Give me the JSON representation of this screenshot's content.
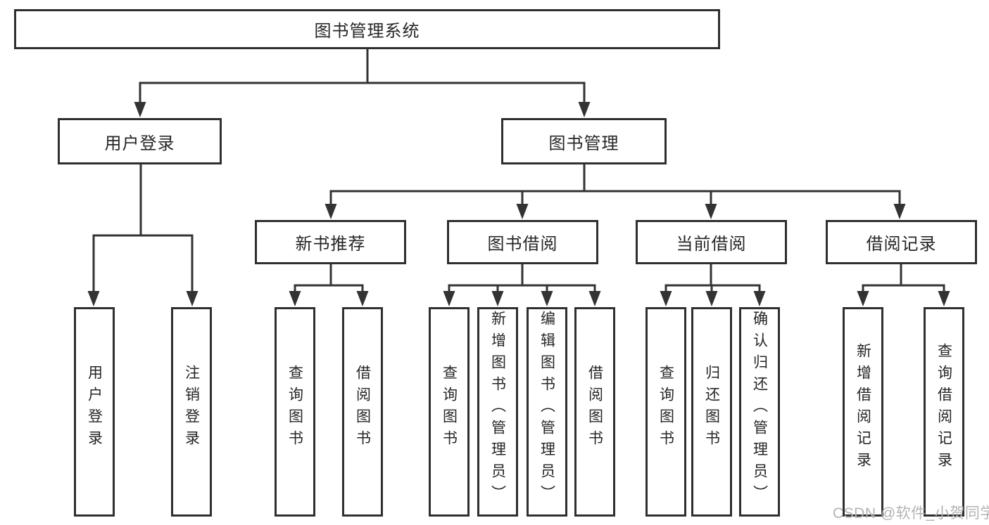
{
  "diagram_type": "hierarchy-tree",
  "watermark": "CSDN @软件_小贺同学",
  "colors": {
    "line": "#333333",
    "box_border": "#2f2f2f",
    "text": "#262626",
    "background": "#ffffff",
    "watermark": "#b3b3b3"
  },
  "tree": {
    "label": "图书管理系统",
    "children": [
      {
        "label": "用户登录",
        "children": [
          {
            "label": "用户登录"
          },
          {
            "label": "注销登录"
          }
        ]
      },
      {
        "label": "图书管理",
        "children": [
          {
            "label": "新书推荐",
            "children": [
              {
                "label": "查询图书"
              },
              {
                "label": "借阅图书"
              }
            ]
          },
          {
            "label": "图书借阅",
            "children": [
              {
                "label": "查询图书"
              },
              {
                "label": "新增图书（管理员）"
              },
              {
                "label": "编辑图书（管理员）"
              },
              {
                "label": "借阅图书"
              }
            ]
          },
          {
            "label": "当前借阅",
            "children": [
              {
                "label": "查询图书"
              },
              {
                "label": "归还图书"
              },
              {
                "label": "确认归还（管理员）"
              }
            ]
          },
          {
            "label": "借阅记录",
            "children": [
              {
                "label": "新增借阅记录"
              },
              {
                "label": "查询借阅记录"
              }
            ]
          }
        ]
      }
    ]
  }
}
